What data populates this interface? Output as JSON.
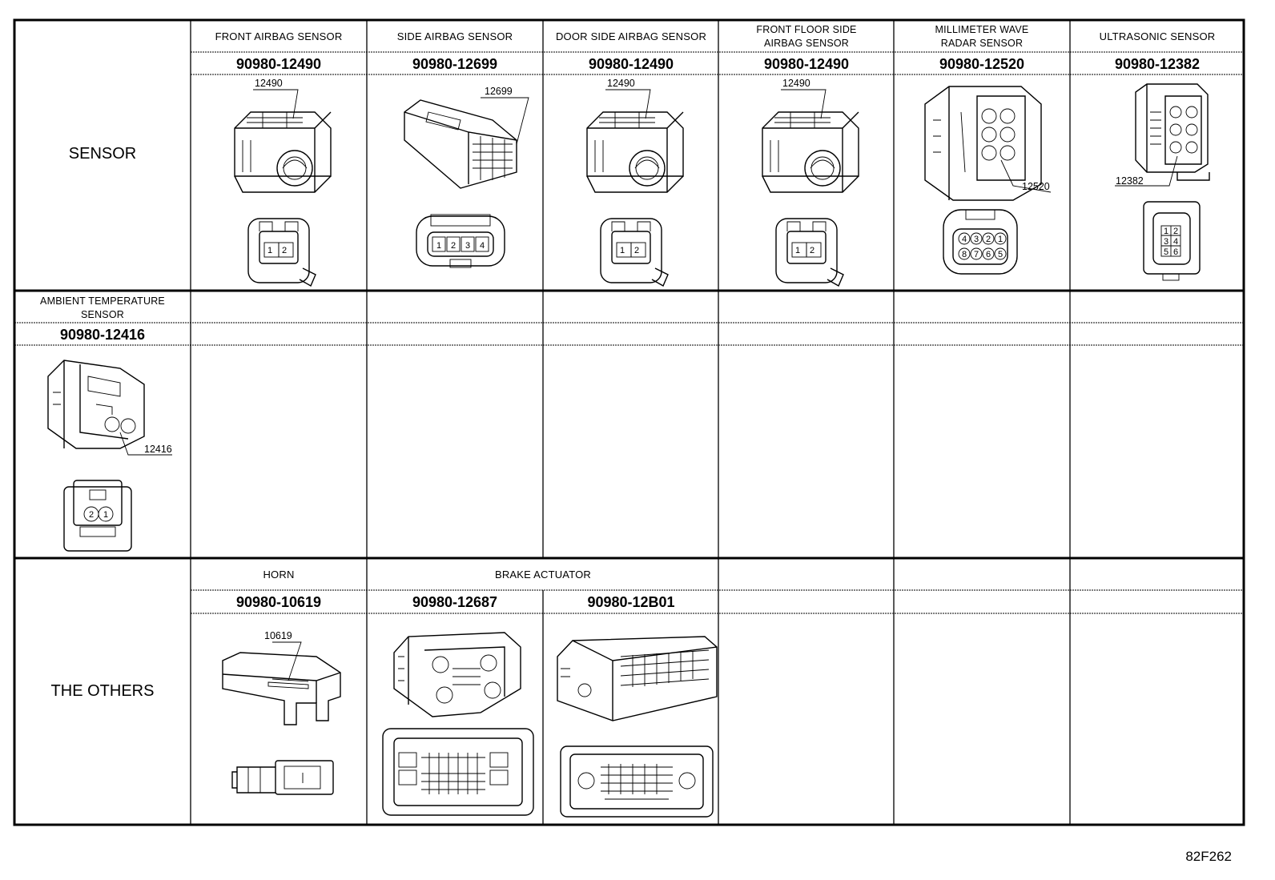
{
  "rows": {
    "sensor": "SENSOR",
    "others": "THE OTHERS"
  },
  "sensor_columns": [
    {
      "name_lines": [
        "FRONT AIRBAG SENSOR"
      ],
      "part_no": "90980-12490",
      "callout": "12490",
      "pins": [
        "1",
        "2"
      ]
    },
    {
      "name_lines": [
        "SIDE AIRBAG SENSOR"
      ],
      "part_no": "90980-12699",
      "callout": "12699",
      "pins": [
        "1",
        "2",
        "3",
        "4"
      ]
    },
    {
      "name_lines": [
        "DOOR SIDE AIRBAG SENSOR"
      ],
      "part_no": "90980-12490",
      "callout": "12490",
      "pins": [
        "1",
        "2"
      ]
    },
    {
      "name_lines": [
        "FRONT FLOOR SIDE",
        "AIRBAG SENSOR"
      ],
      "part_no": "90980-12490",
      "callout": "12490",
      "pins": [
        "1",
        "2"
      ]
    },
    {
      "name_lines": [
        "MILLIMETER WAVE",
        "RADAR SENSOR"
      ],
      "part_no": "90980-12520",
      "callout": "12520",
      "pins": [
        "4",
        "3",
        "2",
        "1",
        "8",
        "7",
        "6",
        "5"
      ]
    },
    {
      "name_lines": [
        "ULTRASONIC SENSOR"
      ],
      "part_no": "90980-12382",
      "callout": "12382",
      "pins": [
        "1",
        "2",
        "3",
        "4",
        "5",
        "6"
      ]
    }
  ],
  "ambient": {
    "name_lines": [
      "AMBIENT TEMPERATURE",
      "SENSOR"
    ],
    "part_no": "90980-12416",
    "callout": "12416",
    "pins": [
      "2",
      "1"
    ]
  },
  "others_columns": [
    {
      "name": "HORN",
      "part_no": "90980-10619",
      "callout": "10619"
    },
    {
      "name": "BRAKE ACTUATOR",
      "part_no": "90980-12687"
    },
    {
      "part_no": "90980-12B01"
    }
  ],
  "figure_code": "82F262"
}
